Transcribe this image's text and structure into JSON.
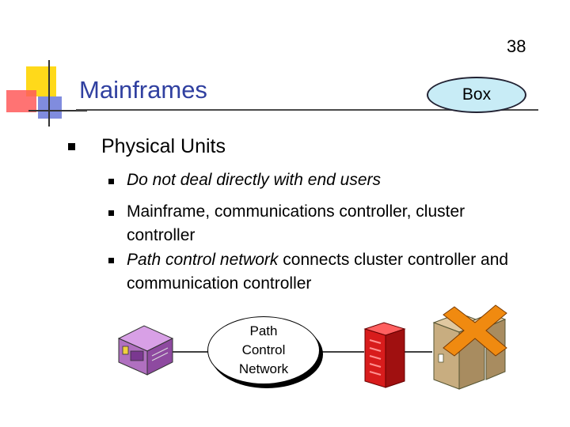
{
  "slide": {
    "page_number": "38",
    "title": "Mainframes",
    "badge": "Box",
    "bullets": {
      "level1": "Physical Units",
      "items": [
        {
          "text": "Do not deal directly with end users"
        },
        {
          "text": "Mainframe, communications controller, cluster controller"
        },
        {
          "italic": "Path control network",
          "rest": " connects cluster controller and communication controller"
        }
      ]
    },
    "diagram": {
      "cloud_label_lines": [
        "Path",
        "Control",
        "Network"
      ]
    }
  },
  "colors": {
    "title": "#3040a0",
    "badge_fill": "#c8ecf6",
    "cluster_controller": "#b070c0",
    "comm_controller": "#d81c1c",
    "mainframe_accent": "#f08a10"
  }
}
